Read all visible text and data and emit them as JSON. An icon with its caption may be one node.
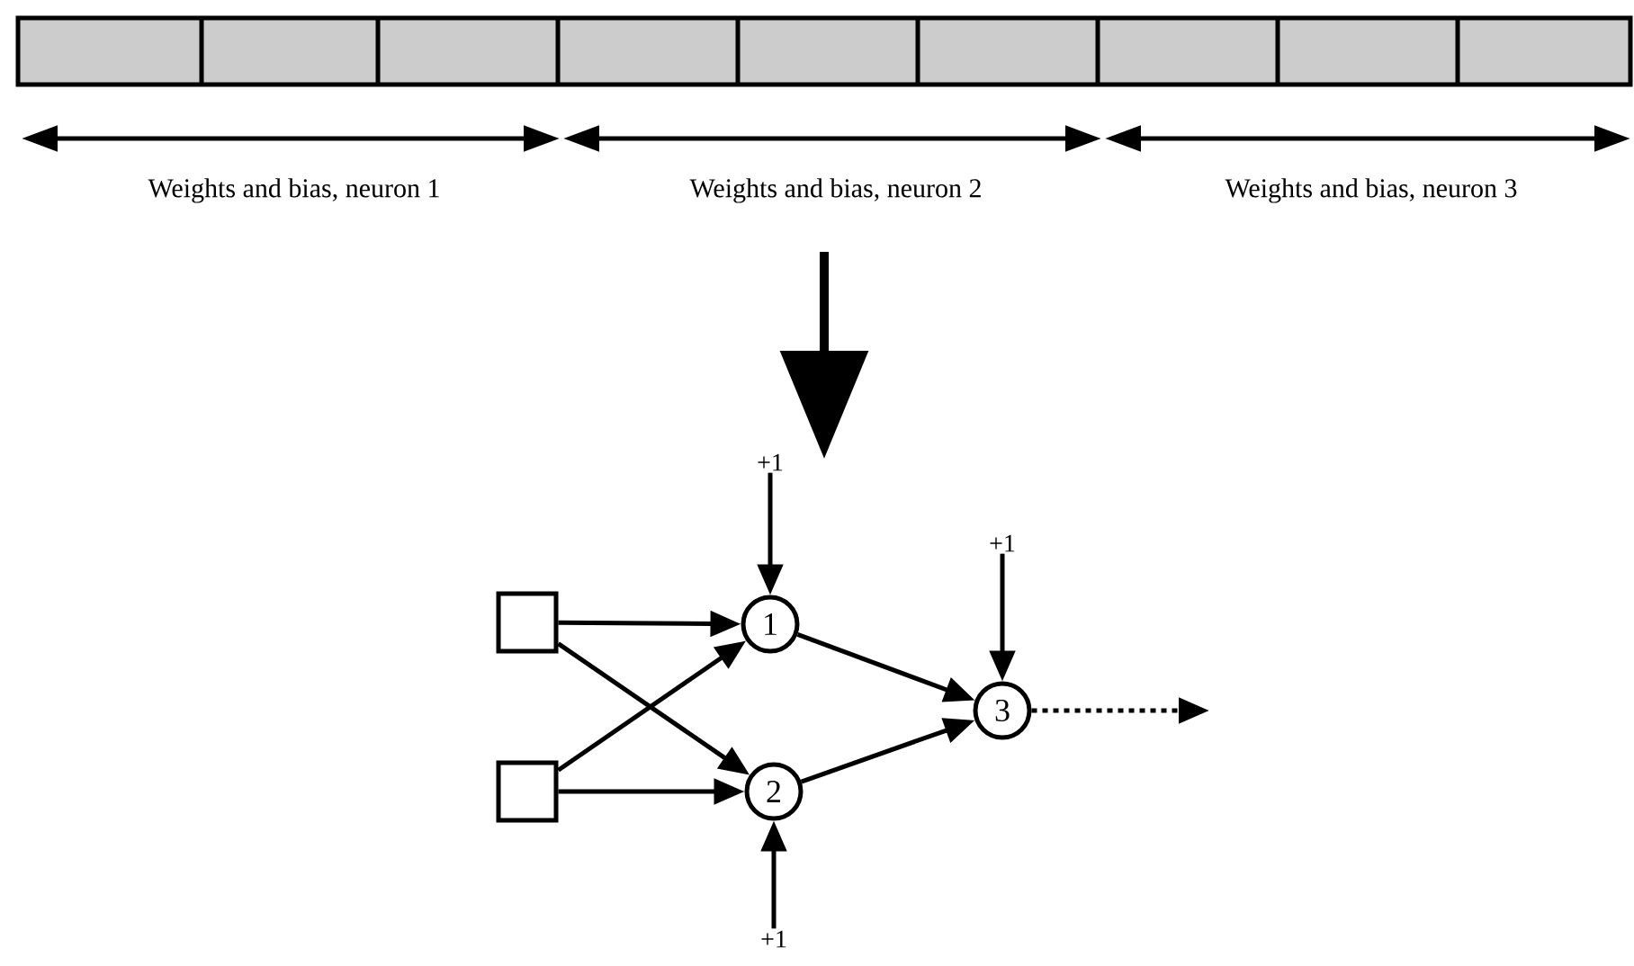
{
  "diagram": {
    "nodes": [
      {
        "text": [],
        "shape": "bar"
      },
      {
        "text": [],
        "shape": "box"
      },
      {
        "text": [],
        "shape": "box"
      },
      {
        "text": [
          "1"
        ]
      },
      {
        "text": [
          "2"
        ]
      },
      {
        "text": [
          "3"
        ]
      },
      {
        "text": [
          "+1"
        ]
      },
      {
        "text": [
          "+1"
        ]
      },
      {
        "text": [
          "+1"
        ]
      }
    ],
    "edges": [
      {
        "from": 1,
        "to": 3,
        "arrow": "to"
      },
      {
        "from": 1,
        "to": 4,
        "arrow": "to"
      },
      {
        "from": 2,
        "to": 3,
        "arrow": "to"
      },
      {
        "from": 2,
        "to": 4,
        "arrow": "to"
      },
      {
        "from": 3,
        "to": 5,
        "arrow": "to"
      },
      {
        "from": 4,
        "to": 5,
        "arrow": "to"
      },
      {
        "from": 6,
        "to": 3,
        "arrow": "to"
      },
      {
        "from": 7,
        "to": 5,
        "arrow": "to"
      },
      {
        "from": 8,
        "to": 4,
        "arrow": "to"
      },
      {
        "from": 5,
        "to": null,
        "arrow": "to",
        "style": "dashed"
      }
    ],
    "labels": [
      "Weights and bias, neuron 1",
      "Weights and bias, neuron 2",
      "Weights and bias, neuron 3"
    ]
  }
}
